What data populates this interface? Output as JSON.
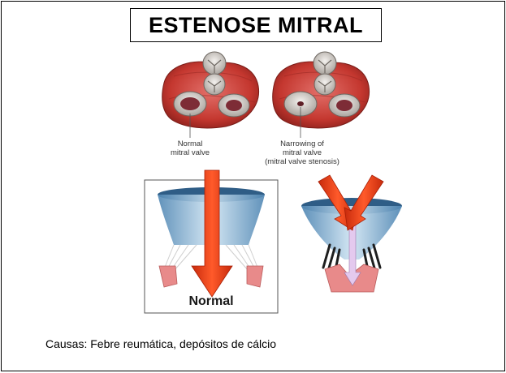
{
  "slide": {
    "title": "ESTENOSE MITRAL",
    "footer_text": "Causas: Febre reumática, depósitos de cálcio"
  },
  "heart_normal": {
    "caption_line1": "Normal",
    "caption_line2": "mitral valve"
  },
  "heart_stenosis": {
    "caption_line1": "Narrowing of",
    "caption_line2": "mitral valve",
    "caption_line3": "(mitral valve stenosis)"
  },
  "valve_normal": {
    "label": "Normal"
  },
  "colors": {
    "heart_red": "#c9403a",
    "valve_gray": "#d4cfc9",
    "funnel_blue": "#9fc6df",
    "arrow_red": "#ec3c16",
    "leaflet_pink": "#e88a8a",
    "flow_lilac": "#e4c9ee"
  }
}
